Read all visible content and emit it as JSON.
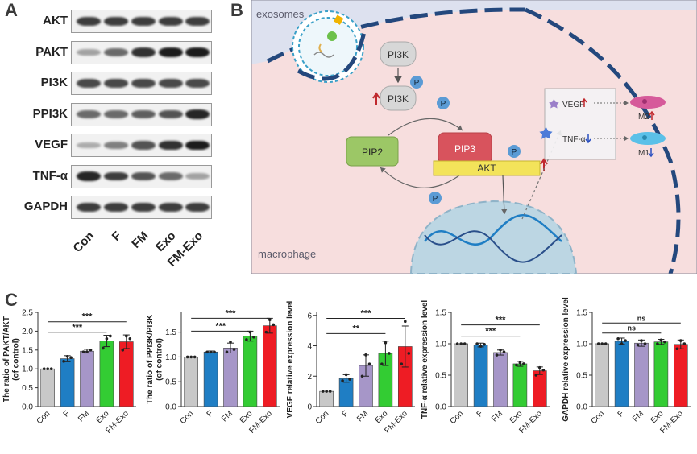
{
  "panel_a": {
    "letter": "A",
    "rows": [
      {
        "label": "AKT",
        "levels": [
          0.8,
          0.8,
          0.8,
          0.8,
          0.8
        ]
      },
      {
        "label": "PAKT",
        "levels": [
          0.35,
          0.6,
          0.85,
          0.95,
          0.95
        ]
      },
      {
        "label": "PI3K",
        "levels": [
          0.75,
          0.75,
          0.75,
          0.75,
          0.75
        ]
      },
      {
        "label": "PPI3K",
        "levels": [
          0.6,
          0.6,
          0.65,
          0.7,
          0.9
        ]
      },
      {
        "label": "VEGF",
        "levels": [
          0.3,
          0.5,
          0.7,
          0.85,
          0.95
        ]
      },
      {
        "label": "TNF-α",
        "levels": [
          0.9,
          0.8,
          0.7,
          0.6,
          0.35
        ]
      },
      {
        "label": "GAPDH",
        "levels": [
          0.8,
          0.8,
          0.8,
          0.8,
          0.8
        ]
      }
    ],
    "lanes": [
      "Con",
      "F",
      "FM",
      "Exo",
      "FM-Exo"
    ]
  },
  "panel_b": {
    "letter": "B",
    "labels": {
      "exosomes": "exosomes",
      "macrophage": "macrophage",
      "pi3k_top": "PI3K",
      "pi3k_active": "PI3K",
      "pip2": "PIP2",
      "pip3": "PIP3",
      "akt": "AKT",
      "p": "P",
      "vegf": "VEGF",
      "tnf": "TNF-α",
      "m2": "M2",
      "m1": "M1"
    }
  },
  "panel_c": {
    "letter": "C"
  },
  "chart_data": [
    {
      "type": "bar",
      "ylabel": "The ratio of PAKT/AKT (of control)",
      "categories": [
        "Con",
        "F",
        "FM",
        "Exo",
        "FM-Exo"
      ],
      "values": [
        1.0,
        1.27,
        1.47,
        1.74,
        1.72
      ],
      "errors": [
        0.0,
        0.08,
        0.05,
        0.15,
        0.18
      ],
      "points": [
        [
          1.0,
          1.0,
          1.0
        ],
        [
          1.2,
          1.33,
          1.3
        ],
        [
          1.45,
          1.45,
          1.5
        ],
        [
          1.55,
          1.8,
          1.87
        ],
        [
          1.5,
          1.87,
          1.8
        ]
      ],
      "ylim": [
        0,
        2.5
      ],
      "yticks": [
        0.0,
        0.5,
        1.0,
        1.5,
        2.0,
        2.5
      ],
      "significance": [
        {
          "from": 0,
          "to": 3,
          "y": 1.97,
          "label": "***"
        },
        {
          "from": 0,
          "to": 4,
          "y": 2.25,
          "label": "***"
        }
      ]
    },
    {
      "type": "bar",
      "ylabel": "The ratio of PPI3K/PI3K (of control)",
      "categories": [
        "Con",
        "F",
        "FM",
        "Exo",
        "FM-Exo"
      ],
      "values": [
        1.0,
        1.1,
        1.18,
        1.42,
        1.63
      ],
      "errors": [
        0.0,
        0.02,
        0.1,
        0.1,
        0.15
      ],
      "points": [
        [
          1.0,
          1.0,
          1.0
        ],
        [
          1.1,
          1.1,
          1.1
        ],
        [
          1.1,
          1.3,
          1.15
        ],
        [
          1.35,
          1.5,
          1.4
        ],
        [
          1.5,
          1.75,
          1.65
        ]
      ],
      "ylim": [
        0,
        1.9
      ],
      "yticks": [
        0.0,
        0.5,
        1.0,
        1.5
      ],
      "significance": [
        {
          "from": 0,
          "to": 3,
          "y": 1.52,
          "label": "***"
        },
        {
          "from": 0,
          "to": 4,
          "y": 1.78,
          "label": "***"
        }
      ]
    },
    {
      "type": "bar",
      "ylabel": "VEGF relative expression level",
      "categories": [
        "Con",
        "F",
        "FM",
        "Exo",
        "FM-Exo"
      ],
      "values": [
        1.0,
        1.85,
        2.7,
        3.5,
        3.95
      ],
      "errors": [
        0.0,
        0.25,
        0.7,
        0.8,
        1.35
      ],
      "points": [
        [
          1.0,
          1.0,
          1.0
        ],
        [
          1.7,
          2.1,
          1.8
        ],
        [
          2.0,
          3.4,
          2.8
        ],
        [
          2.8,
          4.2,
          3.5
        ],
        [
          2.8,
          5.6,
          3.5
        ]
      ],
      "ylim": [
        0,
        6.2
      ],
      "yticks": [
        0,
        2,
        4,
        6
      ],
      "significance": [
        {
          "from": 0,
          "to": 3,
          "y": 4.8,
          "label": "**"
        },
        {
          "from": 0,
          "to": 4,
          "y": 5.8,
          "label": "***"
        }
      ]
    },
    {
      "type": "bar",
      "ylabel": "TNF-α relative expression level",
      "categories": [
        "Con",
        "F",
        "FM",
        "Exo",
        "FM-Exo"
      ],
      "values": [
        1.0,
        0.98,
        0.86,
        0.68,
        0.57
      ],
      "errors": [
        0.0,
        0.03,
        0.04,
        0.04,
        0.06
      ],
      "points": [
        [
          1.0,
          1.0,
          1.0
        ],
        [
          1.0,
          0.96,
          0.99
        ],
        [
          0.82,
          0.9,
          0.87
        ],
        [
          0.66,
          0.7,
          0.68
        ],
        [
          0.5,
          0.62,
          0.58
        ]
      ],
      "ylim": [
        0,
        1.5
      ],
      "yticks": [
        0.0,
        0.5,
        1.0,
        1.5
      ],
      "significance": [
        {
          "from": 0,
          "to": 3,
          "y": 1.12,
          "label": "***"
        },
        {
          "from": 0,
          "to": 4,
          "y": 1.3,
          "label": "***"
        }
      ]
    },
    {
      "type": "bar",
      "ylabel": "GAPDH relative expression level",
      "categories": [
        "Con",
        "F",
        "FM",
        "Exo",
        "FM-Exo"
      ],
      "values": [
        1.0,
        1.04,
        1.01,
        1.03,
        0.99
      ],
      "errors": [
        0.0,
        0.05,
        0.05,
        0.04,
        0.07
      ],
      "points": [
        [
          1.0,
          1.0,
          1.0
        ],
        [
          1.08,
          1.0,
          1.05
        ],
        [
          0.98,
          1.05,
          1.0
        ],
        [
          1.0,
          1.06,
          1.03
        ],
        [
          0.92,
          1.05,
          1.0
        ]
      ],
      "ylim": [
        0,
        1.5
      ],
      "yticks": [
        0.0,
        0.5,
        1.0,
        1.5
      ],
      "significance": [
        {
          "from": 0,
          "to": 3,
          "y": 1.17,
          "label": "ns"
        },
        {
          "from": 0,
          "to": 4,
          "y": 1.33,
          "label": "ns"
        }
      ]
    }
  ],
  "colors": {
    "bars": [
      "#c8c8c8",
      "#1f7ec4",
      "#a696c8",
      "#33cc33",
      "#ee1c24"
    ],
    "cell": "#f7dede",
    "background": "#dde1ef",
    "pi3k": "#d7d7d7",
    "pip2": "#9cc766",
    "pip3": "#d8535d",
    "akt": "#f3e35a",
    "p": "#5b9bd5",
    "nucleus": "#bcd6e3"
  }
}
